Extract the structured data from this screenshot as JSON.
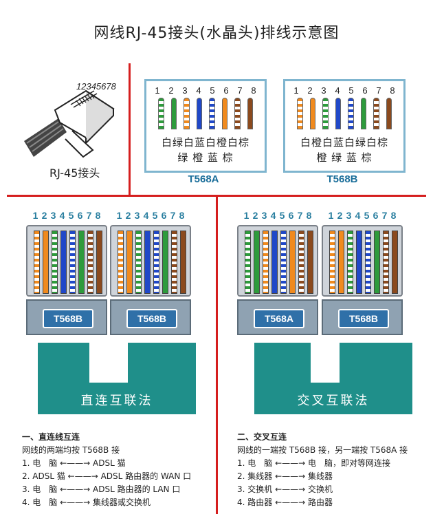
{
  "title": "网线RJ-45接头(水晶头)排线示意图",
  "plug": {
    "pins_label": "12345678",
    "name": "RJ-45接头"
  },
  "standards": [
    {
      "id": "t568a",
      "name": "T568A",
      "pins": [
        "1",
        "2",
        "3",
        "4",
        "5",
        "6",
        "7",
        "8"
      ],
      "row1": "白绿白蓝白橙白棕",
      "row2": "绿  橙  蓝  棕",
      "wires": [
        "#2e9b3c|#fff",
        "#2e9b3c",
        "#f08a1e|#fff",
        "#2048c8",
        "#2048c8|#fff",
        "#f08a1e",
        "#8b4a1e|#fff",
        "#8b4a1e"
      ]
    },
    {
      "id": "t568b",
      "name": "T568B",
      "pins": [
        "1",
        "2",
        "3",
        "4",
        "5",
        "6",
        "7",
        "8"
      ],
      "row1": "白橙白蓝白绿白棕",
      "row2": "橙  绿  蓝  棕",
      "wires": [
        "#f08a1e|#fff",
        "#f08a1e",
        "#2e9b3c|#fff",
        "#2048c8",
        "#2048c8|#fff",
        "#2e9b3c",
        "#8b4a1e|#fff",
        "#8b4a1e"
      ]
    }
  ],
  "connectors": {
    "pins": "12345678",
    "straight": {
      "left": "T568B",
      "right": "T568B",
      "cable_text": "直连互联法"
    },
    "cross": {
      "left": "T568A",
      "right": "T568B",
      "cable_text": "交叉互联法"
    }
  },
  "notes_left": {
    "heading": "一、直连线互连",
    "sub": "网线的两端均按 T568B 接",
    "items": [
      {
        "n": "1.",
        "a": "电　脑",
        "b": "ADSL 猫"
      },
      {
        "n": "2.",
        "a": "ADSL 猫",
        "b": "ADSL 路由器的 WAN 口"
      },
      {
        "n": "3.",
        "a": "电　脑",
        "b": "ADSL 路由器的 LAN 口"
      },
      {
        "n": "4.",
        "a": "电　脑",
        "b": "集线器或交换机"
      }
    ]
  },
  "notes_right": {
    "heading": "二、交叉互连",
    "sub": "网线的一端按 T568B 接，另一端按 T568A 接",
    "items": [
      {
        "n": "1.",
        "a": "电　脑",
        "b": "电　脑，即对等网连接"
      },
      {
        "n": "2.",
        "a": "集线器",
        "b": "集线器"
      },
      {
        "n": "3.",
        "a": "交换机",
        "b": "交换机"
      },
      {
        "n": "4.",
        "a": "路由器",
        "b": "路由器"
      }
    ]
  },
  "arrow_glyph": "←——→"
}
